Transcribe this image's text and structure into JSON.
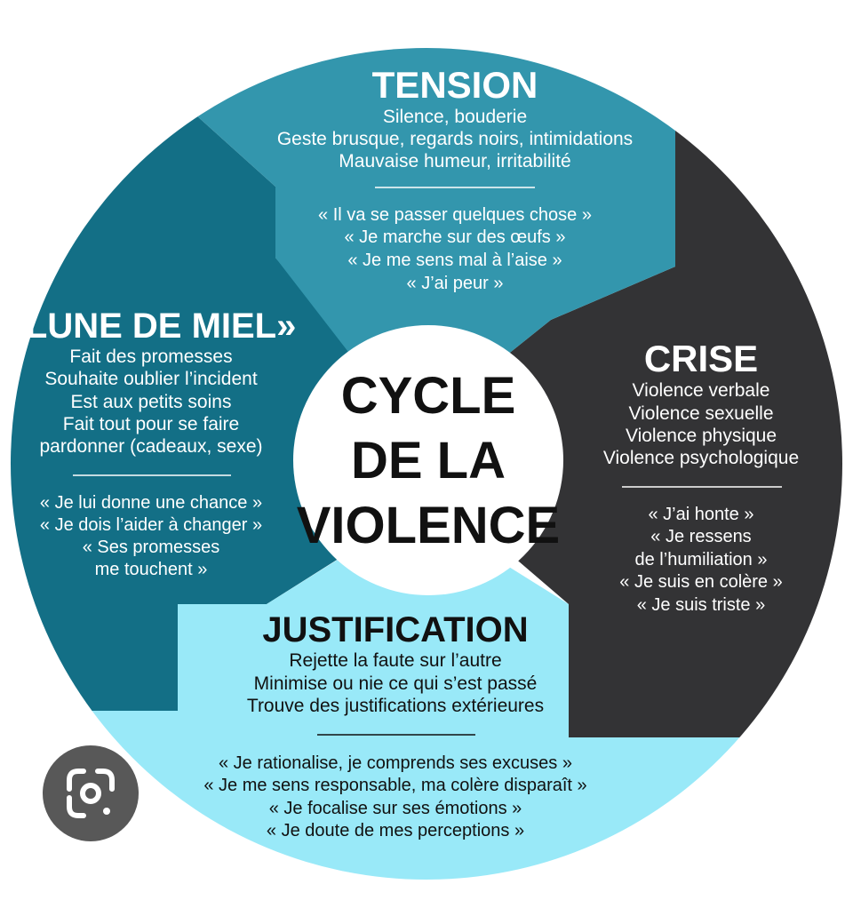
{
  "colors": {
    "tension": "#3396ad",
    "crise": "#333335",
    "justification": "#99e9f8",
    "lune": "#136f86",
    "center": "#ffffff",
    "light_text": "#ffffff",
    "dark_text": "#111111"
  },
  "center": {
    "lines": [
      "CYCLE",
      "DE LA",
      "VIOLENCE"
    ]
  },
  "segments": {
    "tension": {
      "title": "TENSION",
      "behaviors": [
        "Silence, bouderie",
        "Geste brusque, regards noirs, intimidations",
        "Mauvaise humeur, irritabilité"
      ],
      "quotes": [
        "« Il va se passer quelques chose »",
        "« Je marche sur des œufs »",
        "« Je me sens mal à l’aise »",
        "« J’ai peur »"
      ]
    },
    "crise": {
      "title": "CRISE",
      "behaviors": [
        "Violence verbale",
        "Violence sexuelle",
        "Violence physique",
        "Violence psychologique"
      ],
      "quotes": [
        "« J’ai honte »",
        "« Je ressens",
        "de l’humiliation »",
        "« Je suis en colère »",
        "« Je suis triste »"
      ]
    },
    "justification": {
      "title": "JUSTIFICATION",
      "behaviors": [
        "Rejette la faute sur l’autre",
        "Minimise ou nie ce qui s’est passé",
        "Trouve des justifications extérieures"
      ],
      "quotes": [
        "« Je rationalise, je comprends ses excuses »",
        "« Je me sens responsable, ma colère disparaît »",
        "« Je focalise sur ses émotions »",
        "« Je doute de mes perceptions »"
      ]
    },
    "lune": {
      "title": "«LUNE DE MIEL»",
      "behaviors": [
        "Fait des promesses",
        "Souhaite oublier l’incident",
        "Est aux petits soins",
        "Fait tout pour se faire",
        "pardonner (cadeaux, sexe)"
      ],
      "quotes": [
        "« Je lui donne une chance »",
        "« Je dois l’aider à changer »",
        "« Ses promesses",
        "me touchent »"
      ]
    }
  },
  "overlay": {
    "lens_icon": "google-lens-icon"
  }
}
